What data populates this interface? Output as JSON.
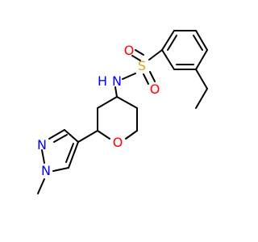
{
  "diagram": {
    "type": "chemical-structure",
    "atoms": [
      {
        "id": "S",
        "label": "S",
        "color": "#DAA520"
      },
      {
        "id": "O1",
        "label": "O",
        "color": "#FF0000"
      },
      {
        "id": "O2",
        "label": "O",
        "color": "#FF0000"
      },
      {
        "id": "NH",
        "label": "N",
        "sublabel": "H",
        "color": "#0000FF"
      },
      {
        "id": "Or",
        "label": "O",
        "color": "#FF0000"
      },
      {
        "id": "N1",
        "label": "N",
        "color": "#0000FF"
      },
      {
        "id": "N2",
        "label": "N",
        "color": "#0000FF"
      }
    ]
  }
}
